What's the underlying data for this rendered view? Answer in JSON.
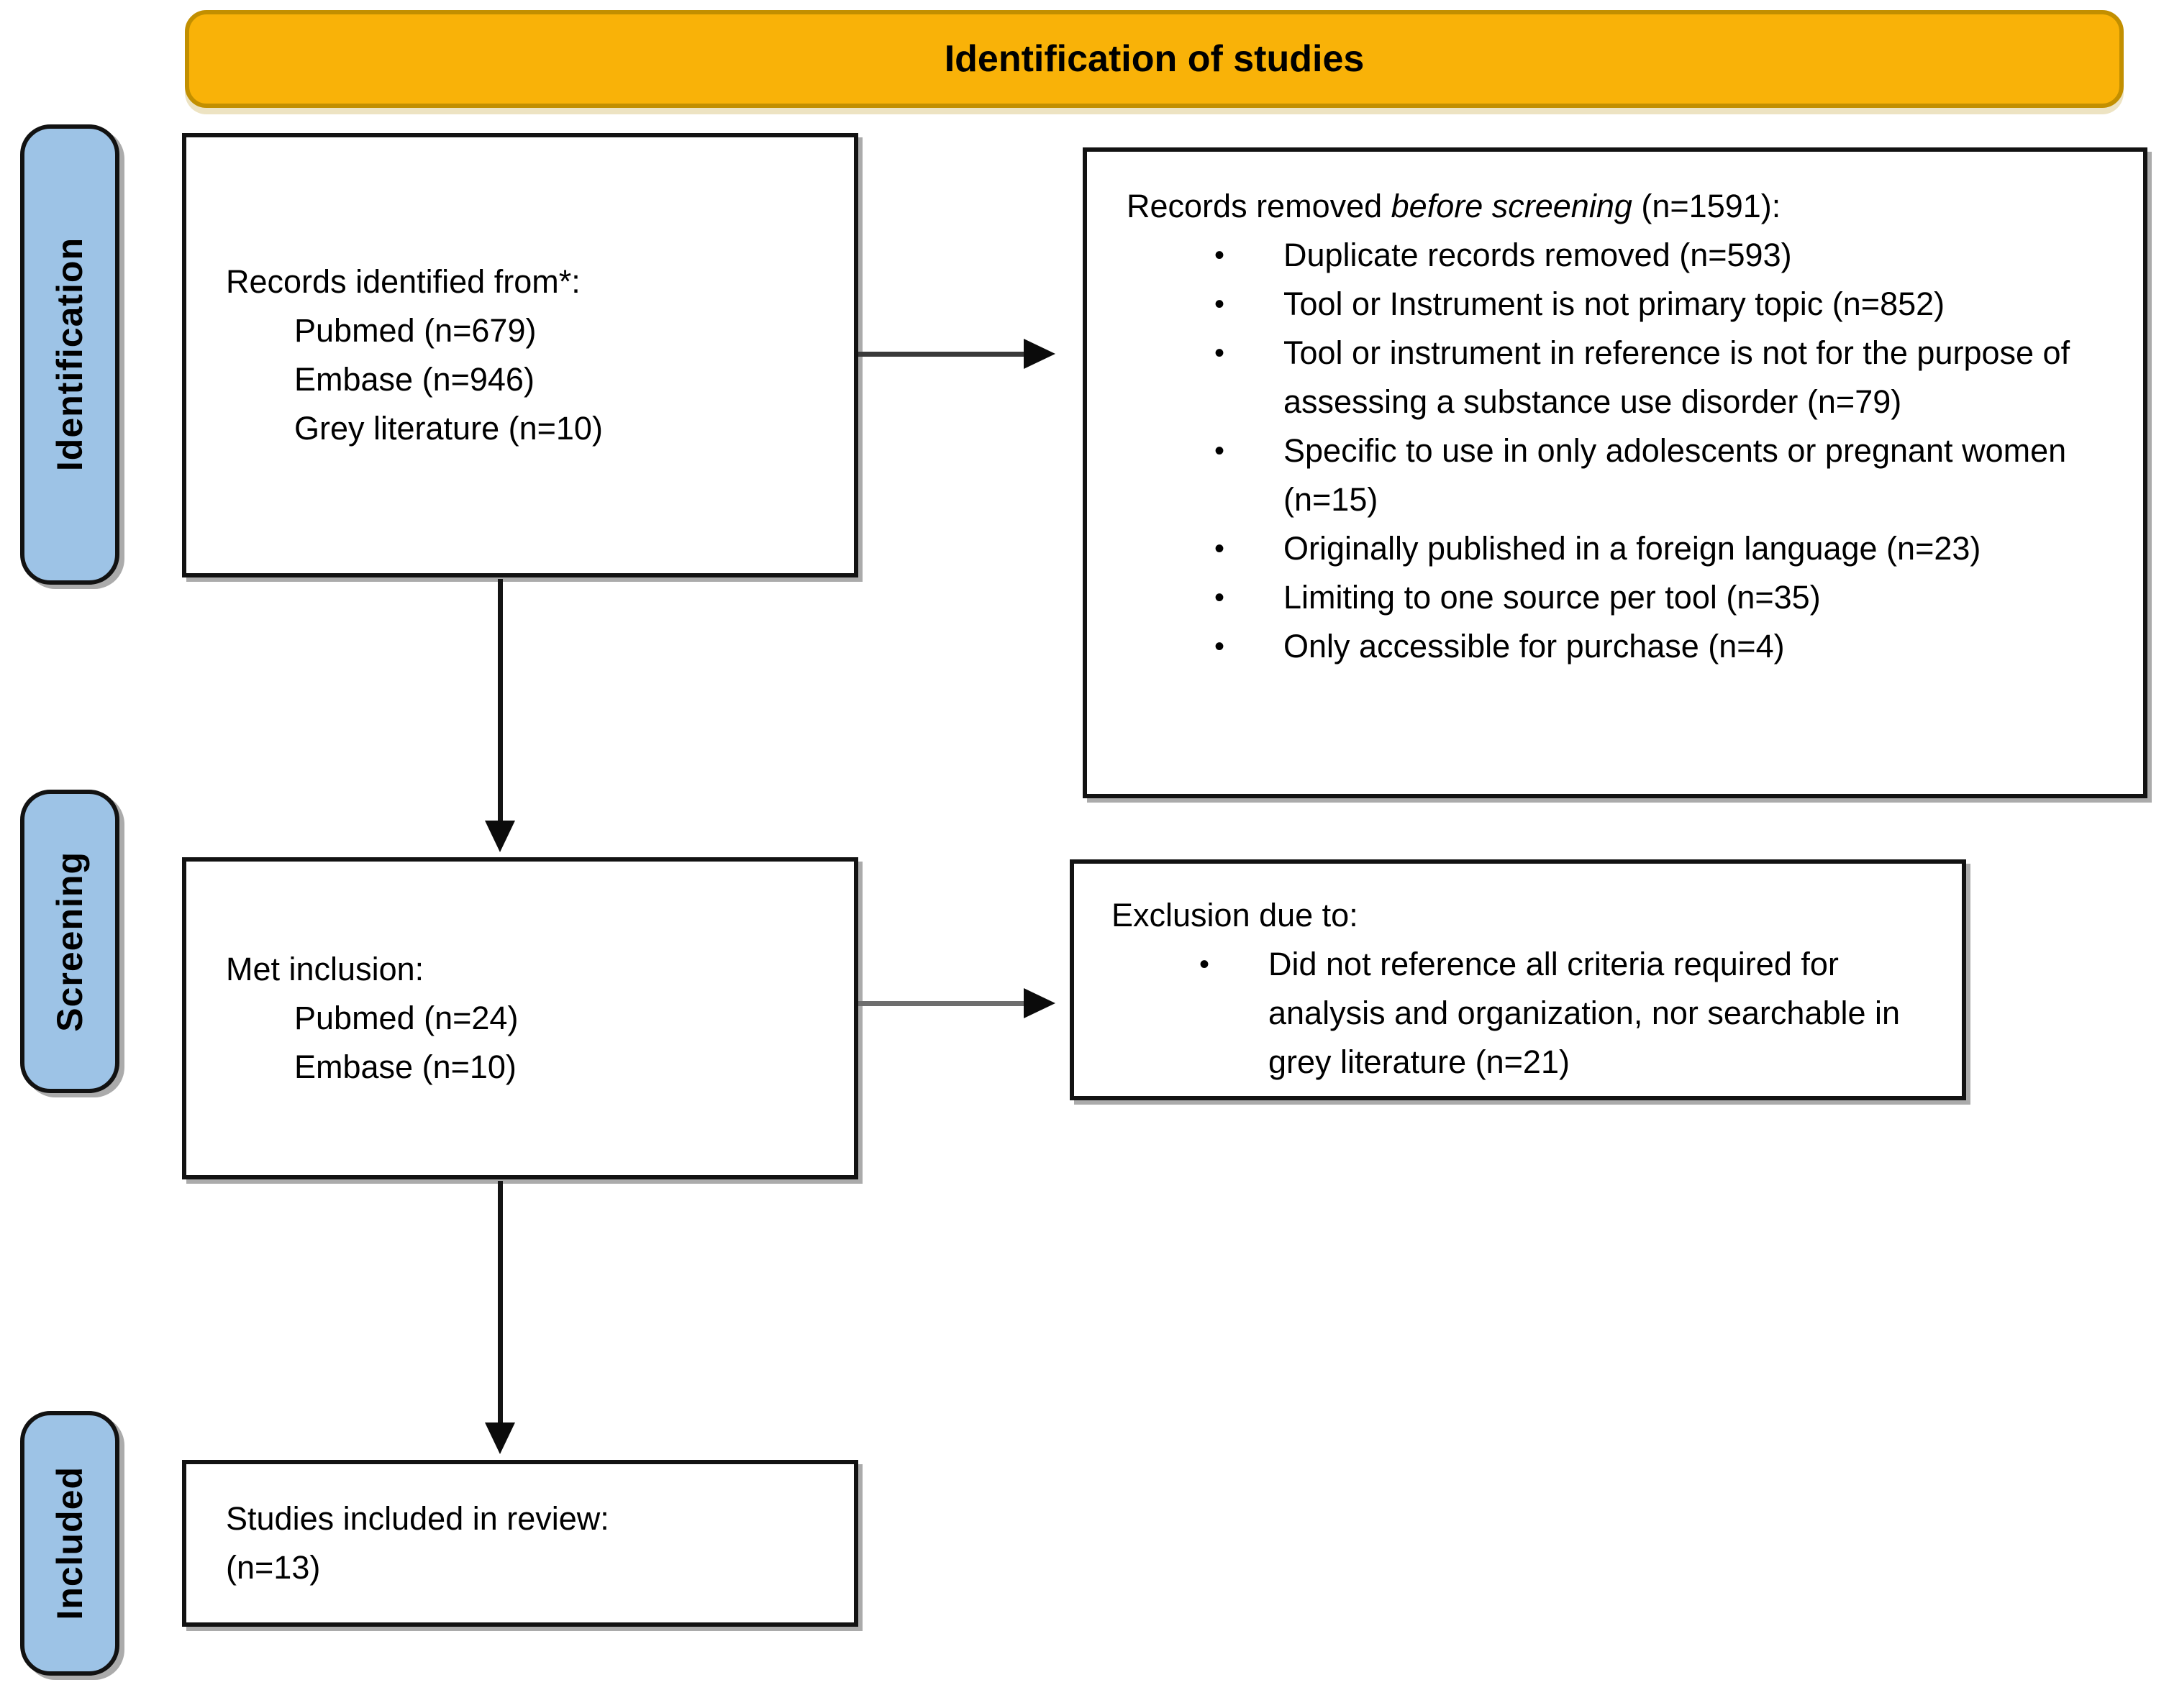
{
  "banner": {
    "title": "Identification of studies"
  },
  "stages": {
    "identification": "Identification",
    "screening": "Screening",
    "included": "Included"
  },
  "glyphs": {
    "bullet": "•"
  },
  "boxes": {
    "records_identified": {
      "header": "Records identified from*:",
      "items": [
        "Pubmed (n=679)",
        "Embase (n=946)",
        "Grey literature (n=10)"
      ]
    },
    "records_removed": {
      "header_prefix": "Records removed ",
      "header_italic": "before screening",
      "header_suffix": " (n=1591):",
      "bullets": [
        "Duplicate records removed (n=593)",
        "Tool or Instrument is not primary topic (n=852)",
        "Tool or instrument in reference is not for the purpose of assessing a substance use disorder (n=79)",
        "Specific to use in only adolescents or pregnant women (n=15)",
        "Originally published in a foreign language (n=23)",
        "Limiting to one source per tool (n=35)",
        "Only accessible for purchase (n=4)"
      ]
    },
    "met_inclusion": {
      "header": "Met inclusion:",
      "items": [
        "Pubmed (n=24)",
        "Embase (n=10)"
      ]
    },
    "exclusion": {
      "header": "Exclusion due to:",
      "bullets": [
        "Did not reference all criteria required for analysis and organization, nor searchable in grey literature (n=21)"
      ]
    },
    "studies_included": {
      "line1": "Studies included in review:",
      "line2": "(n=13)"
    }
  },
  "colors": {
    "banner_fill": "#F9B208",
    "banner_border": "#C28F00",
    "stage_fill": "#9DC3E6",
    "box_border": "#121212",
    "shadow": "#ABABAB"
  }
}
